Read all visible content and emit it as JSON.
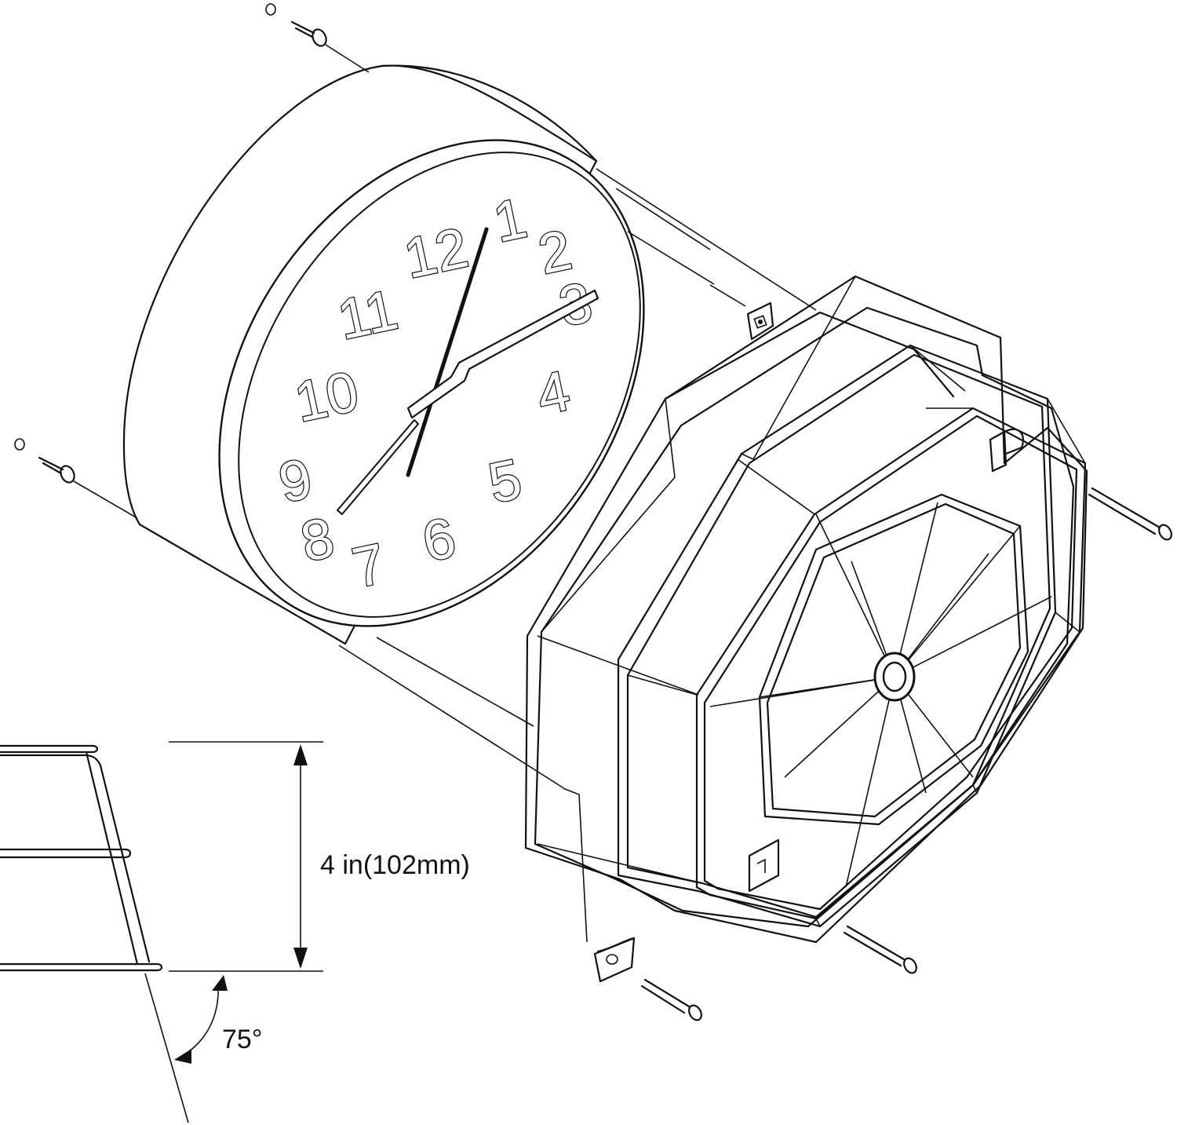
{
  "clock": {
    "numerals": [
      "12",
      "1",
      "2",
      "3",
      "4",
      "5",
      "6",
      "7",
      "8",
      "9",
      "10",
      "11"
    ]
  },
  "dimensions": {
    "height_label": "4 in(102mm)",
    "angle_label": "75°"
  }
}
